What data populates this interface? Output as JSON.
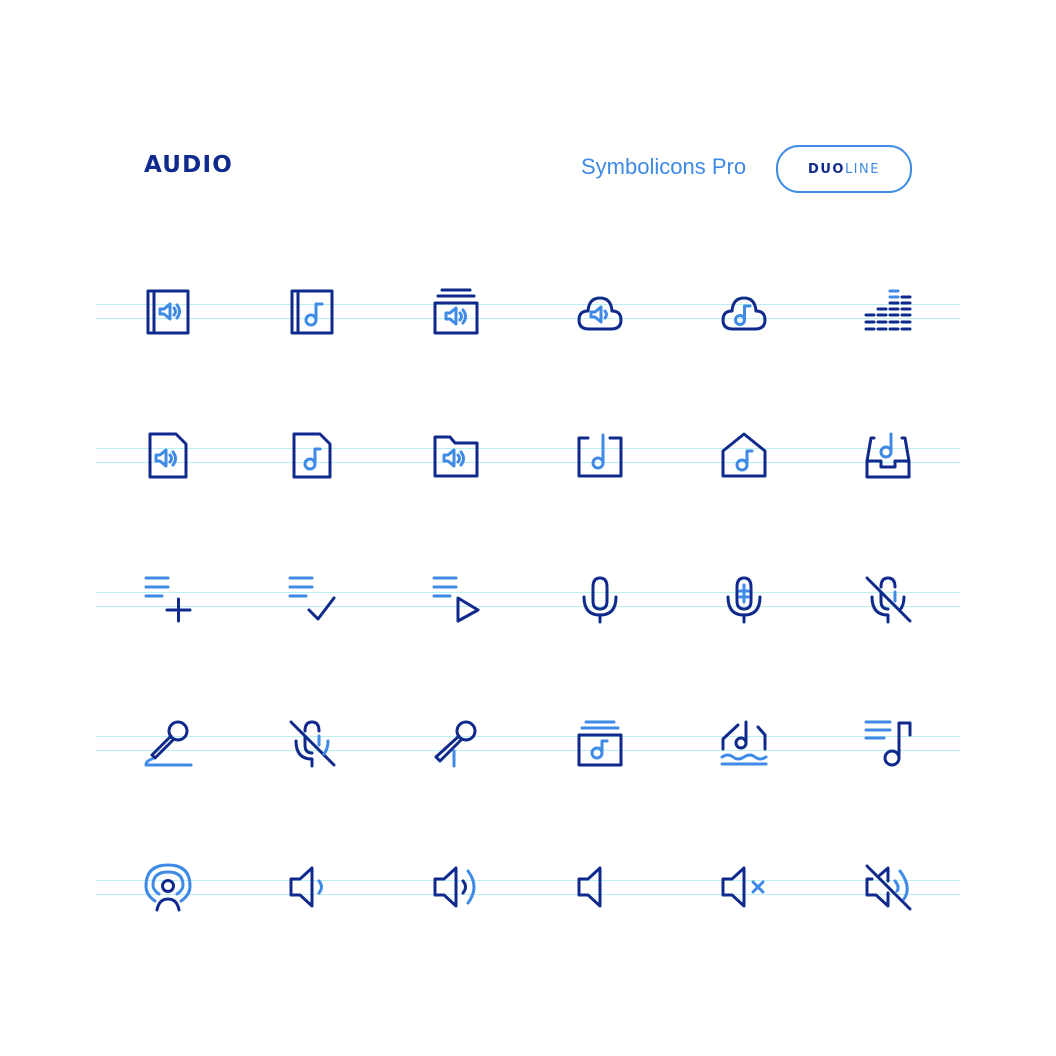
{
  "header": {
    "title": "AUDIO",
    "brand": "Symbolicons Pro",
    "style_primary": "DUO",
    "style_secondary": "LINE"
  },
  "colors": {
    "dark": "#0f2a8c",
    "light": "#3f8ae6",
    "guide": "#b8f0f2"
  },
  "icons": [
    [
      "audio-book-icon",
      "music-book-icon",
      "audio-album-icon",
      "audio-cloud-icon",
      "music-cloud-icon",
      "equalizer-icon"
    ],
    [
      "audio-file-icon",
      "music-file-icon",
      "audio-folder-icon",
      "music-frame-icon",
      "music-home-icon",
      "music-inbox-icon"
    ],
    [
      "playlist-add-icon",
      "playlist-check-icon",
      "playlist-play-icon",
      "microphone-icon",
      "microphone-alt-icon",
      "microphone-off-icon"
    ],
    [
      "karaoke-icon",
      "microphone-mute-icon",
      "handheld-mic-icon",
      "music-album-icon",
      "music-wave-icon",
      "music-list-icon"
    ],
    [
      "podcast-icon",
      "volume-low-icon",
      "volume-high-icon",
      "volume-icon",
      "volume-mute-icon",
      "volume-off-icon"
    ]
  ]
}
